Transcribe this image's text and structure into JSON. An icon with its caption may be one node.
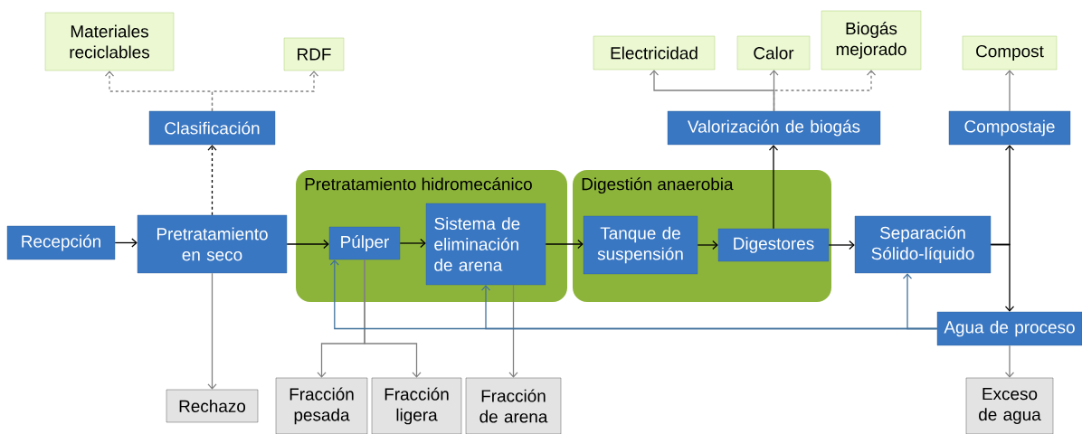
{
  "diagram": {
    "nodes": [
      {
        "text": [
          "Materiales reciclables"
        ]
      },
      {
        "text": [
          "RDF"
        ]
      },
      {
        "text": [
          "Clasificación"
        ]
      },
      {
        "text": [
          "Recepción"
        ]
      },
      {
        "text": [
          "Pretratamiento en seco"
        ]
      },
      {
        "text": [
          "Pretratamiento hidromecánico"
        ]
      },
      {
        "text": [
          "Púlper"
        ],
        "in": 5
      },
      {
        "text": [
          "Sistema de eliminación de arena"
        ],
        "in": 5
      },
      {
        "text": [
          "Digestión anaerobia"
        ]
      },
      {
        "text": [
          "Tanque de suspensión"
        ],
        "in": 8
      },
      {
        "text": [
          "Digestores"
        ],
        "in": 8
      },
      {
        "text": [
          "Separación Sólido-líquido"
        ]
      },
      {
        "text": [
          "Valorización de biogás"
        ]
      },
      {
        "text": [
          "Electricidad"
        ]
      },
      {
        "text": [
          "Calor"
        ]
      },
      {
        "text": [
          "Biogás mejorado"
        ]
      },
      {
        "text": [
          "Compostaje"
        ]
      },
      {
        "text": [
          "Compost"
        ]
      },
      {
        "text": [
          "Agua de proceso"
        ]
      },
      {
        "text": [
          "Rechazo"
        ]
      },
      {
        "text": [
          "Fracción pesada"
        ]
      },
      {
        "text": [
          "Fracción ligera"
        ]
      },
      {
        "text": [
          "Fracción de arena"
        ]
      },
      {
        "text": [
          "Exceso de agua"
        ]
      }
    ],
    "edges": [
      {
        "from": 3,
        "to": 4,
        "arrow": "to",
        "color": "#000000"
      },
      {
        "from": 4,
        "to": 6,
        "arrow": "to",
        "color": "#000000"
      },
      {
        "from": 6,
        "to": 7,
        "arrow": "to",
        "color": "#000000"
      },
      {
        "from": 7,
        "to": 9,
        "arrow": "to",
        "color": "#000000"
      },
      {
        "from": 9,
        "to": 10,
        "arrow": "to",
        "color": "#000000"
      },
      {
        "from": 10,
        "to": 11,
        "arrow": "to",
        "color": "#000000"
      },
      {
        "from": 10,
        "to": 12,
        "arrow": "to",
        "color": "#000000"
      },
      {
        "from": 11,
        "to": 16,
        "arrow": "to",
        "color": "#000000"
      },
      {
        "from": 11,
        "to": 18,
        "arrow": "to",
        "color": "#000000"
      },
      {
        "from": 4,
        "to": 2,
        "arrow": "to",
        "style": "dashed",
        "color": "#000000"
      },
      {
        "from": 2,
        "to": 0,
        "arrow": "to",
        "style": "dashed"
      },
      {
        "from": 2,
        "to": 1,
        "arrow": "to",
        "style": "dashed"
      },
      {
        "from": 12,
        "to": 13,
        "arrow": "to"
      },
      {
        "from": 12,
        "to": 14,
        "arrow": "to"
      },
      {
        "from": 12,
        "to": 15,
        "arrow": "to",
        "style": "dashed"
      },
      {
        "from": 16,
        "to": 17,
        "arrow": "to"
      },
      {
        "from": 18,
        "to": 23,
        "arrow": "to"
      },
      {
        "from": 4,
        "to": 19,
        "arrow": "to"
      },
      {
        "from": 6,
        "to": 20,
        "arrow": "to"
      },
      {
        "from": 6,
        "to": 21,
        "arrow": "to"
      },
      {
        "from": 7,
        "to": 22,
        "arrow": "to"
      },
      {
        "from": 18,
        "to": 6,
        "arrow": "to",
        "color": "#41719c"
      },
      {
        "from": 18,
        "to": 7,
        "arrow": "to",
        "color": "#41719c"
      },
      {
        "from": 18,
        "to": 11,
        "arrow": "to",
        "color": "#41719c"
      }
    ]
  }
}
